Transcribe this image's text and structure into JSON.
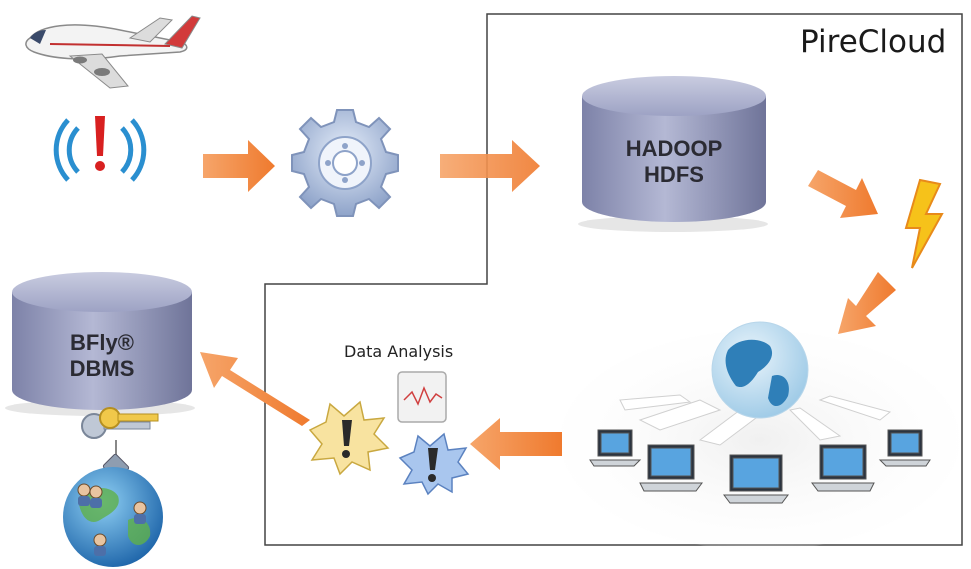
{
  "cloud": {
    "title": "PireCloud"
  },
  "hadoop": {
    "line1": "HADOOP",
    "line2": "HDFS"
  },
  "bfly": {
    "line1": "BFly®",
    "line2": "DBMS"
  },
  "analysis": {
    "label": "Data Analysis"
  },
  "colors": {
    "arrow": "#f0833a",
    "database": "#8e93b8",
    "border": "#444444",
    "bolt": "#f6c21a"
  }
}
